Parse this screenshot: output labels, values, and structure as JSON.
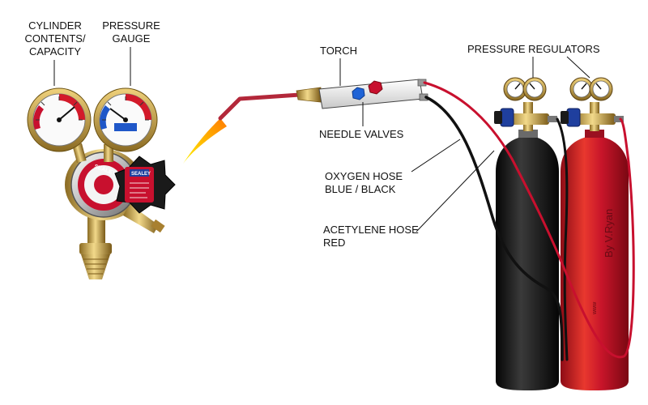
{
  "labels": {
    "cylinder_contents": [
      "CYLINDER",
      "CONTENTS/",
      "CAPACITY"
    ],
    "pressure_gauge": [
      "PRESSURE",
      "GAUGE"
    ],
    "torch": "TORCH",
    "pressure_regulators": "PRESSURE REGULATORS",
    "needle_valves": "NEEDLE VALVES",
    "oxygen_hose": [
      "OXYGEN HOSE",
      "BLUE / BLACK"
    ],
    "acetylene_hose": [
      "ACETYLENE HOSE",
      "RED"
    ]
  },
  "regulator_text": {
    "brand": "SEALEY",
    "knob_badge": "SEALEY"
  },
  "cylinder_text": {
    "credit": "By V.Ryan",
    "small": "www"
  },
  "colors": {
    "acetylene": "#c8102e",
    "oxygen": "#111111",
    "brass": "#c9a24a",
    "flame": "#ffd400"
  }
}
